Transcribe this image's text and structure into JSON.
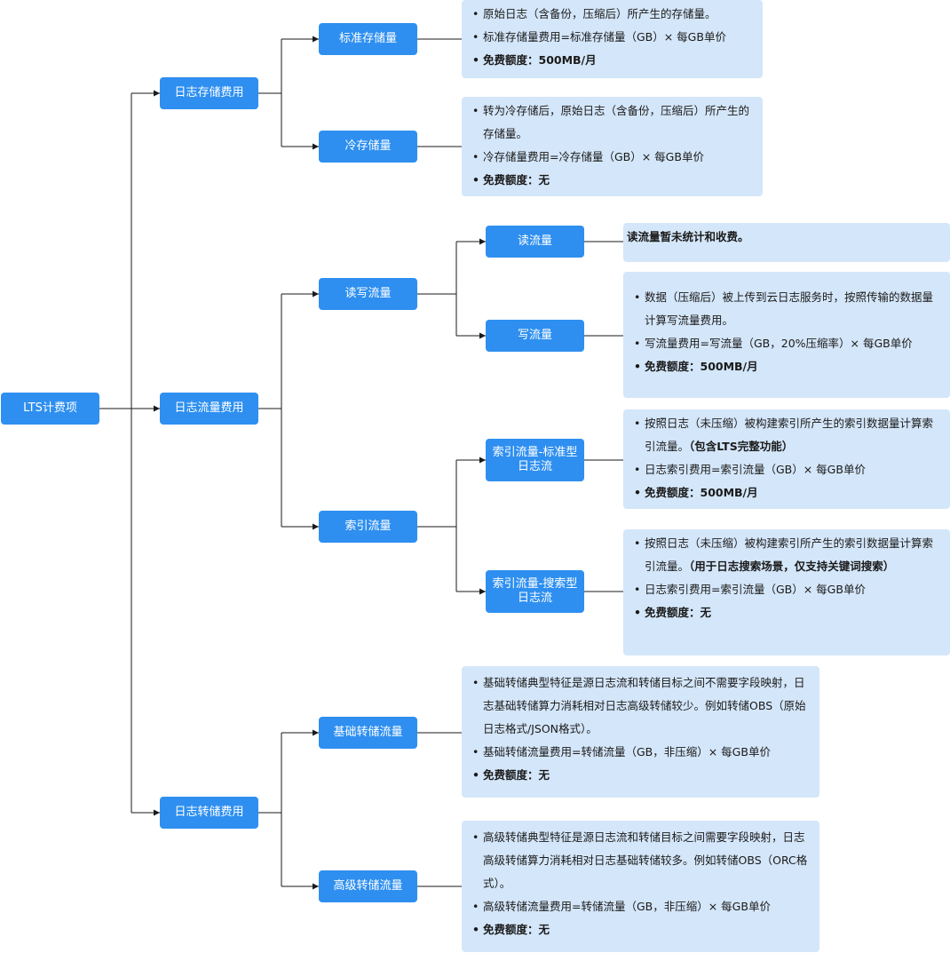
{
  "root": "LTS计费项",
  "categories": {
    "storage": "日志存储费用",
    "traffic": "日志流量费用",
    "transfer": "日志转储费用"
  },
  "items": {
    "std_storage": "标准存储量",
    "cold_storage": "冷存储量",
    "rw_traffic": "读写流量",
    "index_traffic": "索引流量",
    "read_traffic": "读流量",
    "write_traffic": "写流量",
    "index_std": "索引流量-标准型日志流",
    "index_search": "索引流量-搜索型日志流",
    "basic_transfer": "基础转储流量",
    "advanced_transfer": "高级转储流量"
  },
  "notes": {
    "std_storage": {
      "line1": "原始日志（含备份，压缩后）所产生的存储量。",
      "line2": "标准存储量费用=标准存储量（GB）× 每GB单价",
      "line3": "免费额度：500MB/月"
    },
    "cold_storage": {
      "line1": "转为冷存储后，原始日志（含备份，压缩后）所产生的存储量。",
      "line2": "冷存储量费用=冷存储量（GB）× 每GB单价",
      "line3": "免费额度：无"
    },
    "read_traffic": {
      "line1": "读流量暂未统计和收费。"
    },
    "write_traffic": {
      "line1": "数据（压缩后）被上传到云日志服务时，按照传输的数据量计算写流量费用。",
      "line2": "写流量费用=写流量（GB，20%压缩率）× 每GB单价",
      "line3": "免费额度：500MB/月"
    },
    "index_std": {
      "line1": "按照日志（未压缩）被构建索引所产生的索引数据量计算索引流量。",
      "line1_bold": "（包含LTS完整功能）",
      "line2": "日志索引费用=索引流量（GB）× 每GB单价",
      "line3": "免费额度：500MB/月"
    },
    "index_search": {
      "line1": "按照日志（未压缩）被构建索引所产生的索引数据量计算索引流量。",
      "line1_bold": "（用于日志搜索场景，仅支持关键词搜索）",
      "line2": "日志索引费用=索引流量（GB）× 每GB单价",
      "line3": "免费额度：无"
    },
    "basic_transfer": {
      "line1": "基础转储典型特征是源日志流和转储目标之间不需要字段映射，日志基础转储算力消耗相对日志高级转储较少。例如转储OBS（原始日志格式/JSON格式）。",
      "line2": "基础转储流量费用=转储流量（GB，非压缩）× 每GB单价",
      "line3": "免费额度：无"
    },
    "advanced_transfer": {
      "line1": "高级转储典型特征是源日志流和转储目标之间需要字段映射，日志高级转储算力消耗相对日志基础转储较多。例如转储OBS（ORC格式）。",
      "line2": "高级转储流量费用=转储流量（GB，非压缩）× 每GB单价",
      "line3": "免费额度：无"
    }
  },
  "colors": {
    "node": "#2e8ff0",
    "note": "#d4e6f9",
    "line": "#1a1a1a"
  }
}
